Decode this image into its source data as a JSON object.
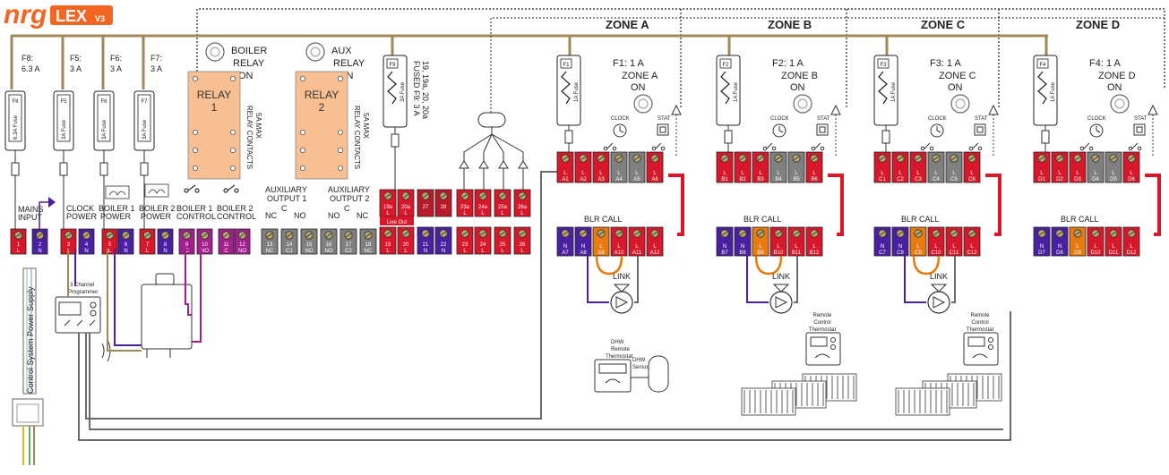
{
  "logo": {
    "brand": "nrg",
    "product": "LEX",
    "version": "V3"
  },
  "colors": {
    "bus": "#a0885a",
    "red": "#d8182a",
    "purple": "#4a1fa0",
    "grey": "#808080",
    "magenta": "#a0208c",
    "orange": "#e87a10",
    "relay": "#f7bf92",
    "wire": "#6a6a6a"
  },
  "mains": {
    "fuses": [
      {
        "label": "F8:",
        "rating": "6.3 A",
        "code": "F8",
        "body": "6.3A Fuse"
      },
      {
        "label": "F5:",
        "rating": "3 A",
        "code": "F5",
        "body": "3A Fuse"
      },
      {
        "label": "F6:",
        "rating": "3 A",
        "code": "F6",
        "body": "3A Fuse"
      },
      {
        "label": "F7:",
        "rating": "3 A",
        "code": "F7",
        "body": "3A Fuse"
      }
    ],
    "groups": [
      {
        "label": "MAINS INPUT"
      },
      {
        "label": "CLOCK POWER"
      },
      {
        "label": "BOILER 1 POWER"
      },
      {
        "label": "BOILER 2 POWER"
      },
      {
        "label": "BOILER 1 CONTROL"
      },
      {
        "label": "BOILER 2 CONTROL"
      }
    ],
    "terminals": [
      {
        "num": "1",
        "sub": "L",
        "color": "red"
      },
      {
        "num": "2",
        "sub": "N",
        "color": "purple"
      },
      {
        "num": "3",
        "sub": "L",
        "color": "red"
      },
      {
        "num": "4",
        "sub": "N",
        "color": "purple"
      },
      {
        "num": "5",
        "sub": "L",
        "color": "red"
      },
      {
        "num": "6",
        "sub": "N",
        "color": "purple"
      },
      {
        "num": "7",
        "sub": "L",
        "color": "red"
      },
      {
        "num": "8",
        "sub": "N",
        "color": "purple"
      },
      {
        "num": "9",
        "sub": "C",
        "color": "magenta"
      },
      {
        "num": "10",
        "sub": "NO",
        "color": "magenta"
      },
      {
        "num": "11",
        "sub": "C",
        "color": "magenta"
      },
      {
        "num": "12",
        "sub": "NO",
        "color": "magenta"
      }
    ],
    "supply_label": "Control System Power Supply",
    "programmer_label": "3 Channel Programmer"
  },
  "relays": [
    {
      "name": "BOILER RELAY",
      "state": "ON",
      "title": "RELAY",
      "num": "1",
      "contacts": "RELAY CONTACTS 5A MAX"
    },
    {
      "name": "AUX RELAY",
      "state": "ON",
      "title": "RELAY",
      "num": "2",
      "contacts": "RELAY CONTACTS 5A MAX"
    }
  ],
  "aux": {
    "groups": [
      {
        "label": "AUXILIARY OUTPUT 1",
        "contacts": [
          "NC",
          "C",
          "NO"
        ]
      },
      {
        "label": "AUXILIARY OUTPUT 2",
        "contacts": [
          "NO",
          "C",
          "NC"
        ]
      }
    ],
    "terminals": [
      {
        "num": "13",
        "sub": "NC"
      },
      {
        "num": "14",
        "sub": "C1"
      },
      {
        "num": "15",
        "sub": "NO"
      },
      {
        "num": "16",
        "sub": "NO"
      },
      {
        "num": "17",
        "sub": "C2"
      },
      {
        "num": "18",
        "sub": "NC"
      }
    ]
  },
  "f9": {
    "code": "F9",
    "body": "3A Fuse",
    "label": "FUSED F9: 3 A",
    "detail": "19, 19a, 20, 20a",
    "top": [
      {
        "num": "19a",
        "sub": "L"
      },
      {
        "num": "20a",
        "sub": "L"
      },
      {
        "num": "27",
        "sub": ""
      },
      {
        "num": "28",
        "sub": ""
      },
      {
        "num": "23a",
        "sub": "L"
      },
      {
        "num": "24a",
        "sub": "L"
      },
      {
        "num": "25a",
        "sub": "L"
      },
      {
        "num": "26a",
        "sub": "L"
      }
    ],
    "live_out": "Live Out",
    "bottom": [
      {
        "num": "19",
        "sub": "L",
        "color": "red"
      },
      {
        "num": "20",
        "sub": "L",
        "color": "red"
      },
      {
        "num": "21",
        "sub": "N",
        "color": "purple"
      },
      {
        "num": "22",
        "sub": "N",
        "color": "purple"
      },
      {
        "num": "23",
        "sub": "L",
        "color": "red"
      },
      {
        "num": "24",
        "sub": "L",
        "color": "red"
      },
      {
        "num": "25",
        "sub": "L",
        "color": "red"
      },
      {
        "num": "26",
        "sub": "L",
        "color": "red"
      }
    ]
  },
  "zones": [
    {
      "title": "ZONE A",
      "fuse_code": "F1",
      "fuse_body": "1A Fuse",
      "fuse_label": "F1: 1 A",
      "zone_label": "ZONE A",
      "state": "ON",
      "clock": "CLOCK",
      "stat": "STAT",
      "blr": "BLR CALL",
      "link": "LINK",
      "top": [
        "A1",
        "A2",
        "A3",
        "A4",
        "A5",
        "A6"
      ],
      "bottom": [
        "A7",
        "A8",
        "A9",
        "A10",
        "A11",
        "A12"
      ],
      "extra": "dhw"
    },
    {
      "title": "ZONE B",
      "fuse_code": "F2",
      "fuse_body": "1A Fuse",
      "fuse_label": "F2: 1 A",
      "zone_label": "ZONE B",
      "state": "ON",
      "clock": "CLOCK",
      "stat": "STAT",
      "blr": "BLR CALL",
      "link": "LINK",
      "top": [
        "B1",
        "B2",
        "B3",
        "B4",
        "B5",
        "B6"
      ],
      "bottom": [
        "B7",
        "B8",
        "B9",
        "B10",
        "B11",
        "B12"
      ],
      "extra": "remote"
    },
    {
      "title": "ZONE C",
      "fuse_code": "F3",
      "fuse_body": "1A Fuse",
      "fuse_label": "F3: 1 A",
      "zone_label": "ZONE C",
      "state": "ON",
      "clock": "CLOCK",
      "stat": "STAT",
      "blr": "BLR CALL",
      "link": "LINK",
      "top": [
        "C1",
        "C2",
        "C3",
        "C4",
        "C5",
        "C6"
      ],
      "bottom": [
        "C7",
        "C8",
        "C9",
        "C10",
        "C11",
        "C12"
      ],
      "extra": "remote"
    },
    {
      "title": "ZONE D",
      "fuse_code": "F4",
      "fuse_body": "1A Fuse",
      "fuse_label": "F4: 1 A",
      "zone_label": "ZONE D",
      "state": "ON",
      "clock": "CLOCK",
      "stat": "STAT",
      "blr": "BLR CALL",
      "link": "",
      "top": [
        "D1",
        "D2",
        "D3",
        "D4",
        "D5",
        "D6"
      ],
      "bottom": [
        "D7",
        "D8",
        "D9",
        "D10",
        "D11",
        "D12"
      ],
      "extra": "none"
    }
  ],
  "dhw": {
    "lines": [
      "DHW",
      "Remote",
      "Thermostat"
    ],
    "sensor": [
      "DHW",
      "Sensor"
    ]
  },
  "remote": {
    "lines": [
      "Remote",
      "Control",
      "Thermostat"
    ]
  }
}
